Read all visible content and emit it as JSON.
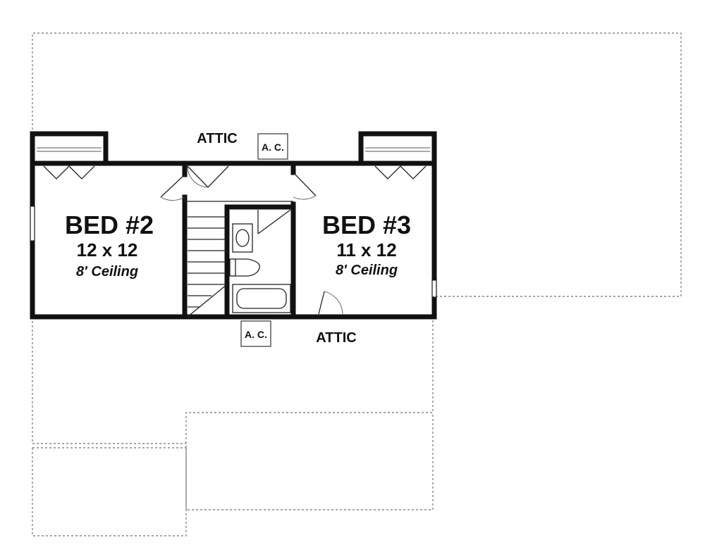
{
  "rooms": {
    "bed2": {
      "name": "BED #2",
      "size": "12 x 12",
      "ceiling": "8' Ceiling"
    },
    "bed3": {
      "name": "BED #3",
      "size": "11 x 12",
      "ceiling": "8' Ceiling"
    }
  },
  "attic": {
    "top": "ATTIC",
    "bottom": "ATTIC"
  },
  "ac_units": {
    "top": "A. C.",
    "bottom": "A. C."
  }
}
